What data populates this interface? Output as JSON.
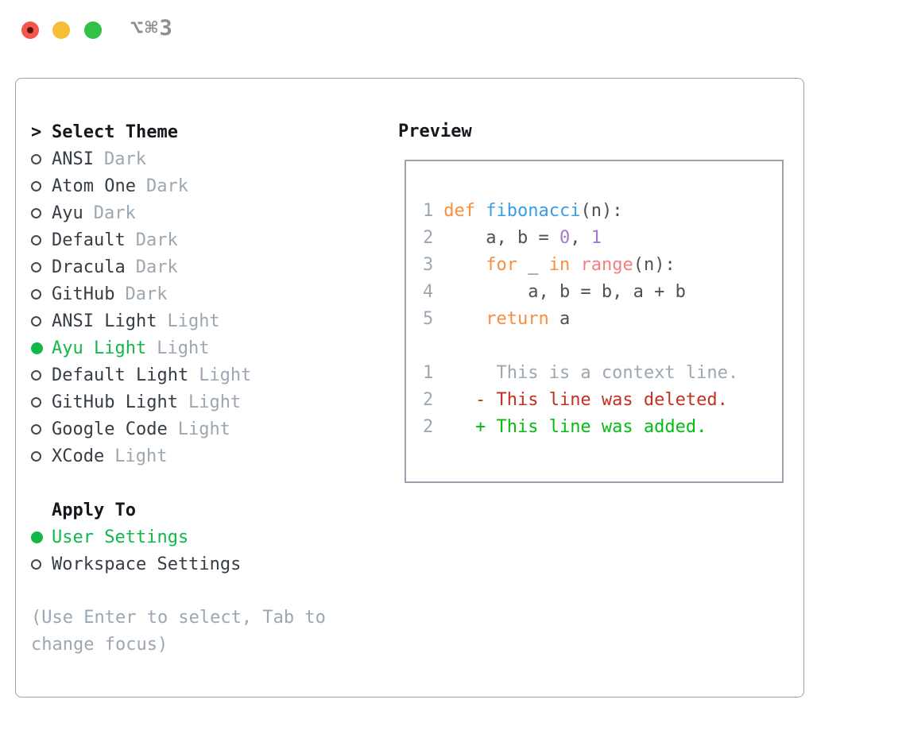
{
  "window": {
    "shortcut_label": "⌥⌘3",
    "traffic_lights": [
      "close",
      "minimize",
      "zoom"
    ]
  },
  "colors": {
    "accent_green": "#12b848",
    "diff_red": "#c4301f",
    "diff_green": "#06bb12",
    "keyword_orange": "#fa8d3e",
    "function_blue": "#399ee6",
    "builtin_coral": "#f57f7f",
    "number_purple": "#a37acc",
    "text_dark": "#363d44",
    "text_muted": "#9ca7b1",
    "border_gray": "#9aa3ad",
    "traffic_red": "#f2564c",
    "traffic_yellow": "#f6be35",
    "traffic_green": "#32c146"
  },
  "theme_panel": {
    "header": {
      "marker": ">",
      "label": "Select Theme"
    },
    "themes": [
      {
        "name": "ANSI",
        "variant": "Dark",
        "selected": false
      },
      {
        "name": "Atom One",
        "variant": "Dark",
        "selected": false
      },
      {
        "name": "Ayu",
        "variant": "Dark",
        "selected": false
      },
      {
        "name": "Default",
        "variant": "Dark",
        "selected": false
      },
      {
        "name": "Dracula",
        "variant": "Dark",
        "selected": false
      },
      {
        "name": "GitHub",
        "variant": "Dark",
        "selected": false
      },
      {
        "name": "ANSI Light",
        "variant": "Light",
        "selected": false
      },
      {
        "name": "Ayu Light",
        "variant": "Light",
        "selected": true
      },
      {
        "name": "Default Light",
        "variant": "Light",
        "selected": false
      },
      {
        "name": "GitHub Light",
        "variant": "Light",
        "selected": false
      },
      {
        "name": "Google Code",
        "variant": "Light",
        "selected": false
      },
      {
        "name": "XCode",
        "variant": "Light",
        "selected": false
      }
    ],
    "apply_to": {
      "label": "Apply To",
      "options": [
        {
          "label": "User Settings",
          "selected": true
        },
        {
          "label": "Workspace Settings",
          "selected": false
        }
      ]
    },
    "hint_lines": [
      "(Use Enter to select, Tab to",
      "change focus)"
    ]
  },
  "preview": {
    "title": "Preview",
    "code_lines": [
      {
        "num": "1",
        "tokens": [
          [
            "kw",
            "def"
          ],
          [
            "pl",
            " "
          ],
          [
            "fn",
            "fibonacci"
          ],
          [
            "pl",
            "(n):"
          ]
        ]
      },
      {
        "num": "2",
        "tokens": [
          [
            "pl",
            "    a, b = "
          ],
          [
            "nu",
            "0"
          ],
          [
            "pl",
            ", "
          ],
          [
            "nu",
            "1"
          ]
        ]
      },
      {
        "num": "3",
        "tokens": [
          [
            "pl",
            "    "
          ],
          [
            "kw",
            "for"
          ],
          [
            "pl",
            " _ "
          ],
          [
            "kw",
            "in"
          ],
          [
            "pl",
            " "
          ],
          [
            "bi",
            "range"
          ],
          [
            "pl",
            "(n):"
          ]
        ]
      },
      {
        "num": "4",
        "tokens": [
          [
            "pl",
            "        a, b = b, a + b"
          ]
        ]
      },
      {
        "num": "5",
        "tokens": [
          [
            "pl",
            "    "
          ],
          [
            "kw",
            "return"
          ],
          [
            "pl",
            " a"
          ]
        ]
      }
    ],
    "diff_lines": [
      {
        "num": "1",
        "type": "ctx",
        "text": "     This is a context line."
      },
      {
        "num": "2",
        "type": "del",
        "text": "   - This line was deleted."
      },
      {
        "num": "2",
        "type": "add",
        "text": "   + This line was added."
      }
    ]
  }
}
